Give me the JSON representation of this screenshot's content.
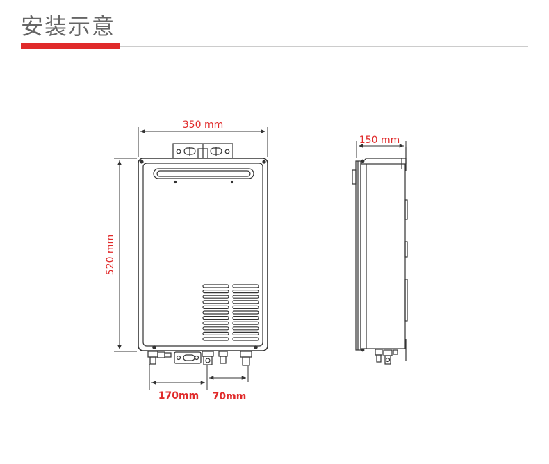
{
  "header": {
    "title": "安装示意"
  },
  "dimensions": {
    "width": "350 mm",
    "height": "520 mm",
    "depth": "150 mm",
    "pipe_left": "170mm",
    "pipe_right": "70mm"
  },
  "colors": {
    "accent": "#e02a2a",
    "line": "#333333",
    "title": "#666666",
    "rule": "#cccccc"
  }
}
